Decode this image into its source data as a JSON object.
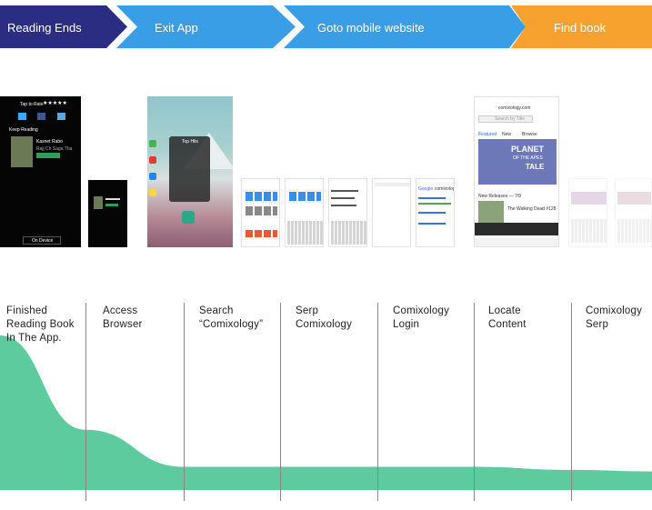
{
  "phases": [
    {
      "label": "Reading Ends",
      "color": "#2B2D83"
    },
    {
      "label": "Exit App",
      "color": "#3A9EE6"
    },
    {
      "label": "Goto mobile website",
      "color": "#3A9EE6"
    },
    {
      "label": "Find book",
      "color": "#F7A22E"
    }
  ],
  "screens": {
    "reading": {
      "rate_title": "Tap to Rate",
      "keep_reading": "Keep Reading",
      "book_title": "Kasnet Rabo",
      "book_sub": "Rajj Ch  Saga Tha",
      "continue": "On Device"
    },
    "home": {
      "top_bar": "Top Hits"
    },
    "mobile_site": {
      "url": "comixology.com",
      "search_placeholder": "Search by Title",
      "tabs": [
        "Featured",
        "New",
        "Browse"
      ],
      "banner_title": "PLANET",
      "banner_sub": "OF THE APES",
      "banner_tail": "TALE",
      "section": "New Releases — 7/9",
      "item_title": "The Walking Dead #128"
    },
    "search_screen": {
      "brand": "Google",
      "query": "comixology"
    }
  },
  "steps": [
    "Finished\nReading Book\nIn The App.",
    "Access\nBrowser",
    "Search\n“Comixology”",
    "Serp\nComixology",
    "Comixology\nLogin",
    "Locate\nContent",
    "Comixology\nSerp"
  ],
  "funnel": {
    "color": "#5ECB9E",
    "retention": [
      1.0,
      0.39,
      0.15,
      0.15,
      0.15,
      0.15,
      0.13,
      0.12
    ]
  }
}
